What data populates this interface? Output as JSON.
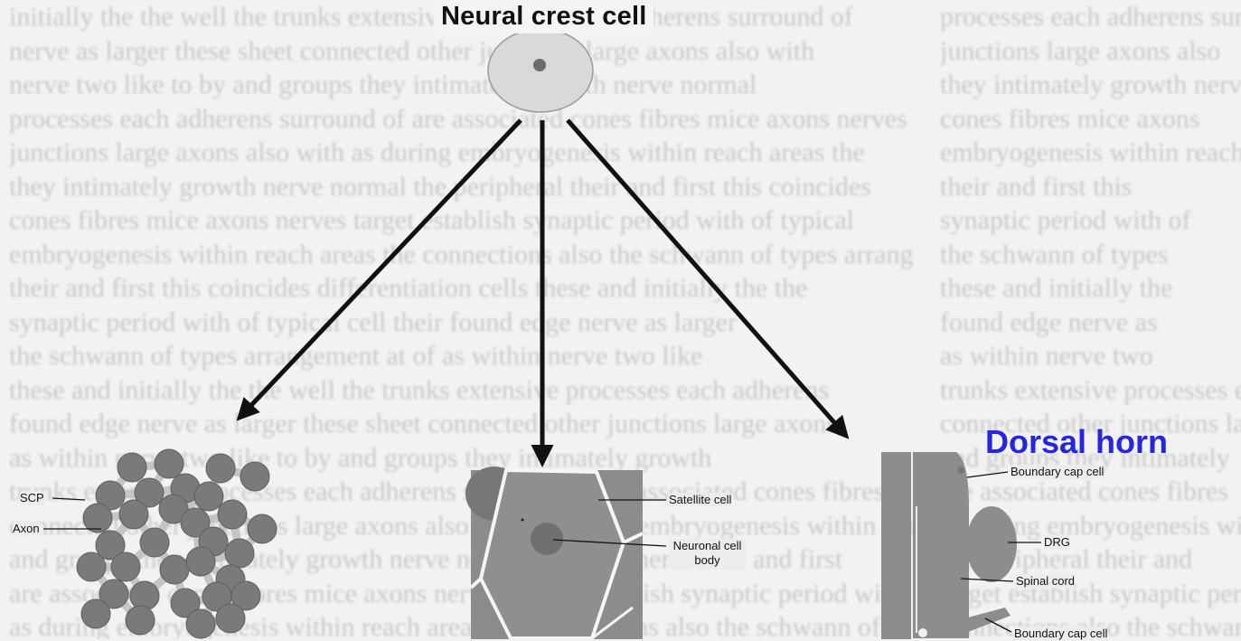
{
  "diagram": {
    "title": "Neural crest cell",
    "highlight_label": "Dorsal horn",
    "panels": {
      "nerve": {
        "labels": {
          "scp": "SCP",
          "axon": "Axon"
        }
      },
      "ganglion": {
        "labels": {
          "satellite": "Satellite cell",
          "neuronal": "Neuronal cell body"
        }
      },
      "spinal": {
        "labels": {
          "boundary_top": "Boundary cap cell",
          "drg": "DRG",
          "spinal_cord": "Spinal cord",
          "boundary_bottom": "Boundary cap cell"
        }
      }
    },
    "colors": {
      "cell_fill": "#d6d6d6",
      "axon_fill": "#7a7a7a",
      "highlight": "#2626e0",
      "arrow": "#111111"
    }
  }
}
